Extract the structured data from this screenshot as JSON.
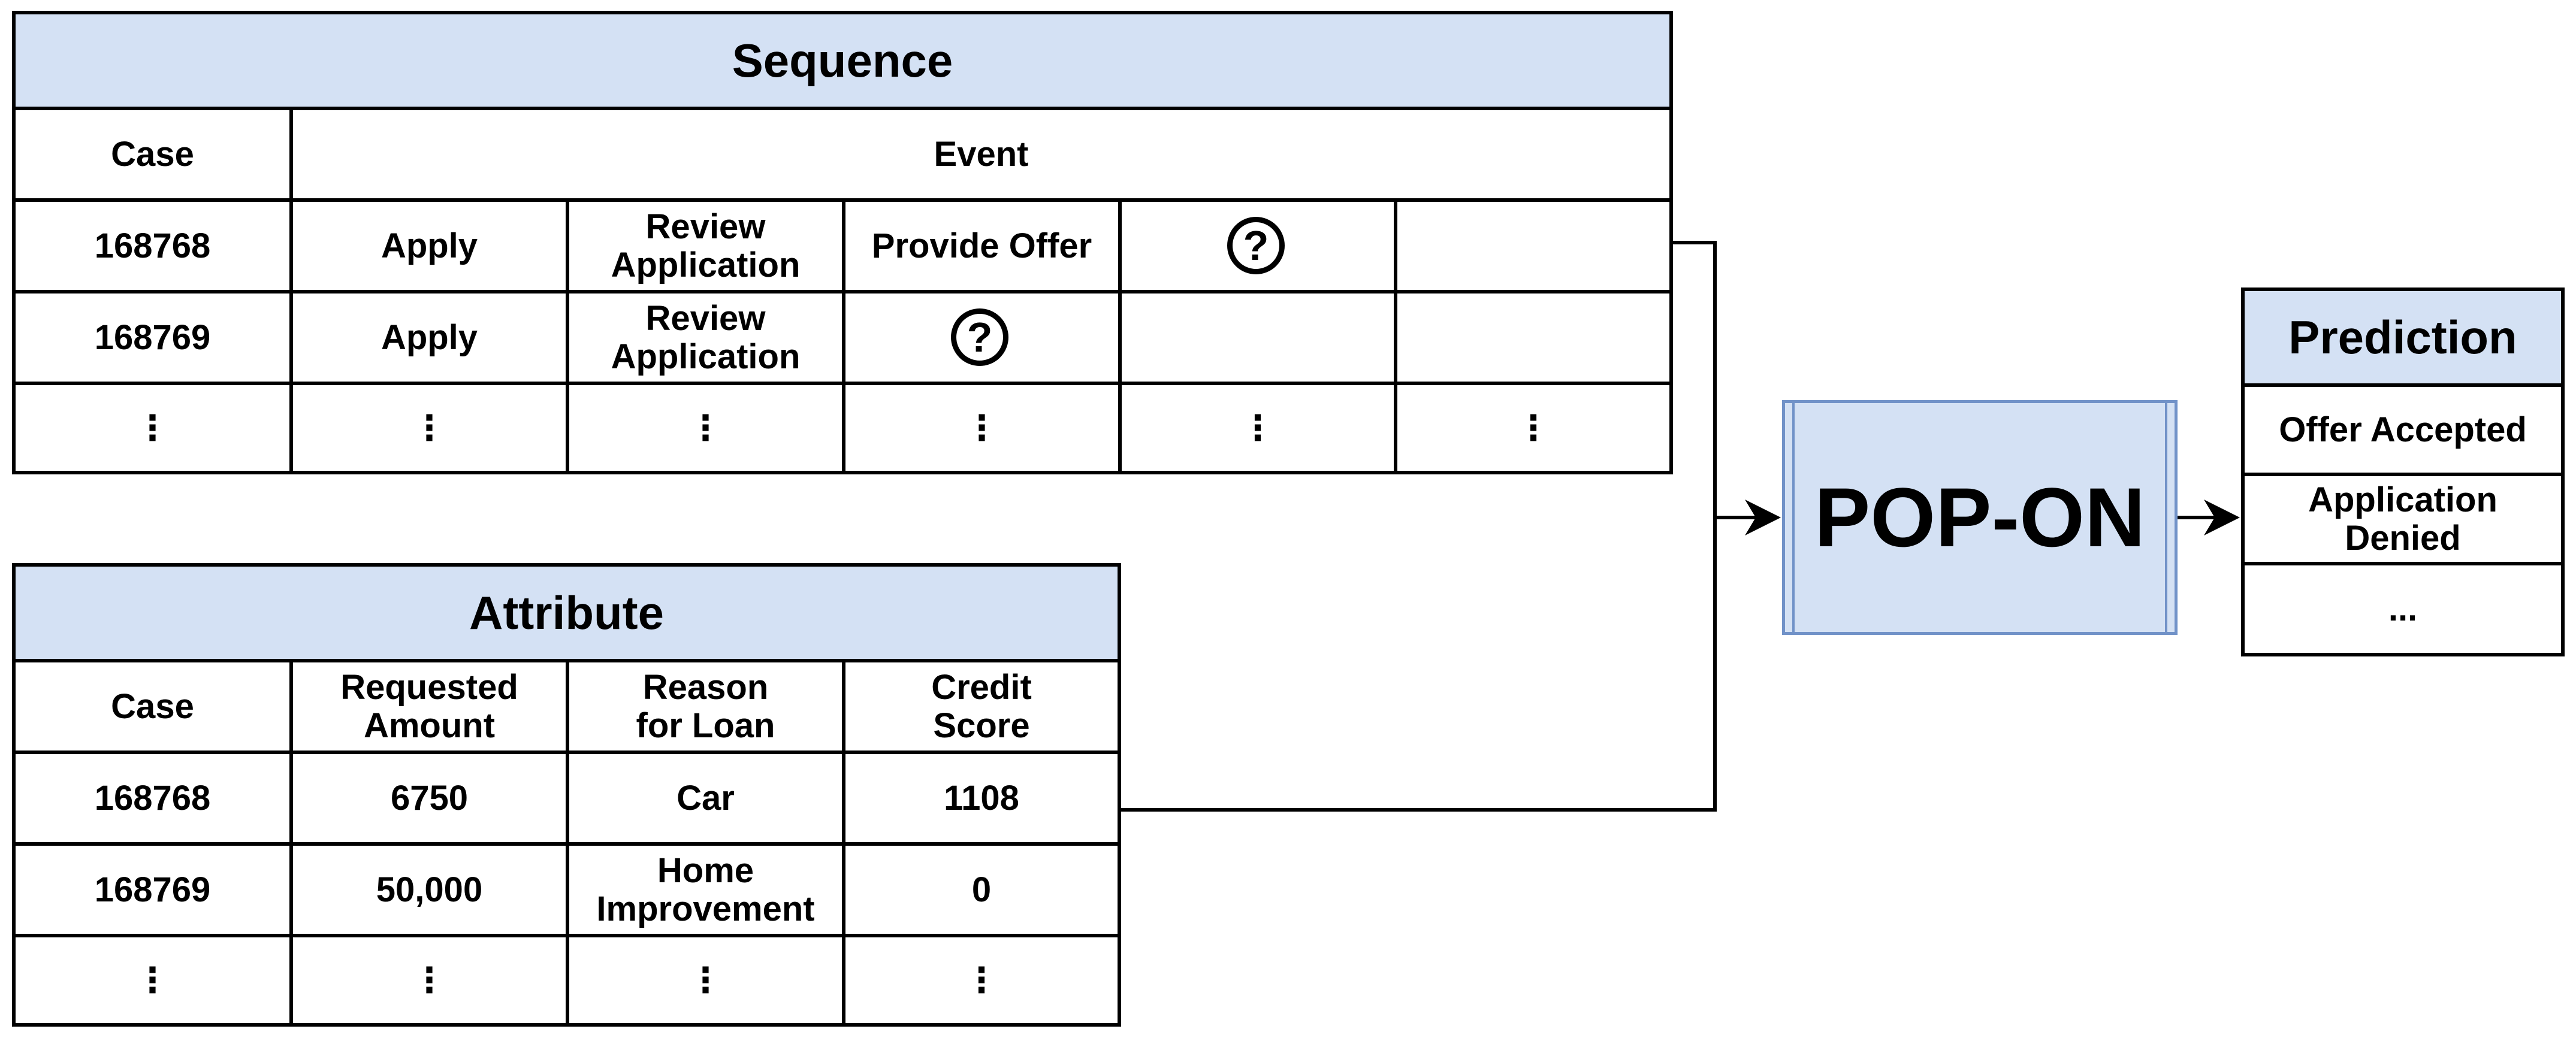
{
  "sequence": {
    "title": "Sequence",
    "col_case": "Case",
    "col_event": "Event",
    "rows": [
      {
        "case": "168768",
        "e1": "Apply",
        "e2": "Review Application",
        "e3": "Provide Offer",
        "e4": "?",
        "e5": ""
      },
      {
        "case": "168769",
        "e1": "Apply",
        "e2": "Review Application",
        "e3": "?",
        "e4": "",
        "e5": ""
      },
      {
        "case": "⋮",
        "e1": "⋮",
        "e2": "⋮",
        "e3": "⋮",
        "e4": "⋮",
        "e5": "⋮"
      }
    ]
  },
  "attribute": {
    "title": "Attribute",
    "headers": [
      "Case",
      "Requested Amount",
      "Reason for Loan",
      "Credit Score"
    ],
    "rows": [
      [
        "168768",
        "6750",
        "Car",
        "1108"
      ],
      [
        "168769",
        "50,000",
        "Home Improvement",
        "0"
      ],
      [
        "⋮",
        "⋮",
        "⋮",
        "⋮"
      ]
    ]
  },
  "model": {
    "label": "POP-ON"
  },
  "prediction": {
    "title": "Prediction",
    "rows": [
      "Offer Accepted",
      "Application Denied",
      "..."
    ]
  },
  "colors": {
    "header_fill": "#d4e1f4",
    "model_border": "#7192c8"
  }
}
